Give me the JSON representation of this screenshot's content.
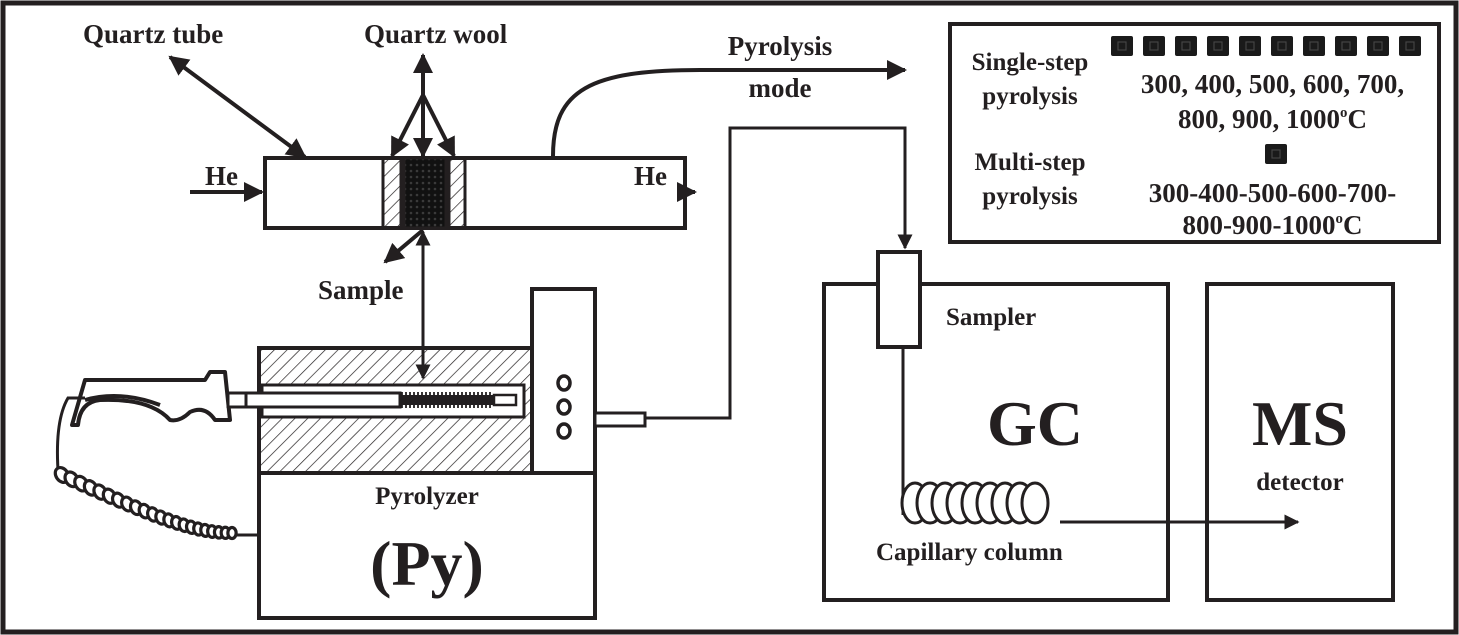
{
  "diagram": {
    "title": "Py-GC/MS experimental setup",
    "colors": {
      "ink": "#231f20",
      "background": "#ffffff"
    },
    "labels": {
      "quartz_tube": "Quartz tube",
      "quartz_wool": "Quartz wool",
      "he_in": "He",
      "he_out": "He",
      "sample": "Sample",
      "pyrolysis_mode_line1": "Pyrolysis",
      "pyrolysis_mode_line2": "mode",
      "pyrolyzer": "Pyrolyzer",
      "py": "(Py)",
      "sampler": "Sampler",
      "gc": "GC",
      "capillary_column": "Capillary column",
      "ms": "MS",
      "detector": "detector"
    },
    "pyrolysis_modes": {
      "single_step": {
        "label_line1": "Single-step",
        "label_line2": "pyrolysis",
        "temps_line1": "300, 400, 500, 600, 700,",
        "temps_line2": "800, 900, 1000",
        "unit_sup": "o",
        "unit": "C",
        "sample_count": 10
      },
      "multi_step": {
        "label_line1": "Multi-step",
        "label_line2": "pyrolysis",
        "temps_line1": "300-400-500-600-700-",
        "temps_line2": "800-900-1000",
        "unit_sup": "o",
        "unit": "C",
        "sample_count": 1
      }
    }
  }
}
